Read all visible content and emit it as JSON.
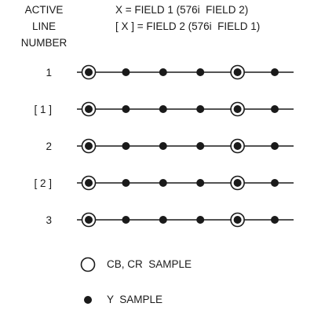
{
  "header": {
    "column_title_lines": [
      "ACTIVE",
      "LINE",
      "NUMBER"
    ],
    "definitions": [
      "X = FIELD 1 (576i  FIELD 2)",
      "[ X ] = FIELD 2 (576i  FIELD 1)"
    ]
  },
  "rows": [
    {
      "label": "1",
      "samples": [
        "both",
        "y",
        "y",
        "y",
        "both",
        "y"
      ]
    },
    {
      "label": "[ 1 ]",
      "samples": [
        "both",
        "y",
        "y",
        "y",
        "both",
        "y"
      ]
    },
    {
      "label": "2",
      "samples": [
        "both",
        "y",
        "y",
        "y",
        "both",
        "y"
      ]
    },
    {
      "label": "[ 2 ]",
      "samples": [
        "both",
        "y",
        "y",
        "y",
        "both",
        "y"
      ]
    },
    {
      "label": "3",
      "samples": [
        "both",
        "y",
        "y",
        "y",
        "both",
        "y"
      ]
    }
  ],
  "legend": {
    "chroma_label": "CB, CR  SAMPLE",
    "luma_label": "Y  SAMPLE"
  }
}
